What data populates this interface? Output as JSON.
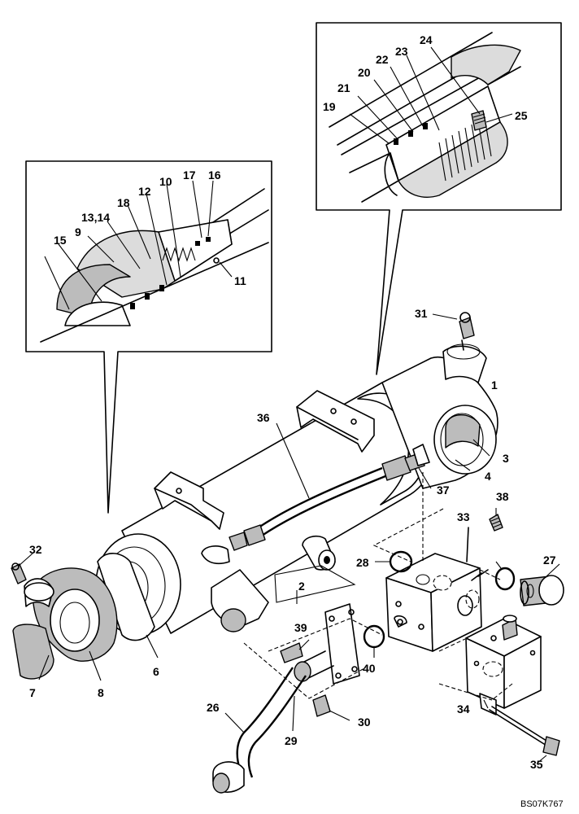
{
  "diagram": {
    "reference_code": "BS07K767",
    "callouts": [
      "1",
      "2",
      "3",
      "4",
      "6",
      "7",
      "8",
      "9",
      "10",
      "11",
      "12",
      "13,14",
      "15",
      "16",
      "17",
      "18",
      "19",
      "20",
      "21",
      "22",
      "23",
      "24",
      "25",
      "26",
      "27",
      "28",
      "29",
      "30",
      "31",
      "32",
      "33",
      "34",
      "35",
      "36",
      "37",
      "38",
      "39",
      "40"
    ]
  }
}
